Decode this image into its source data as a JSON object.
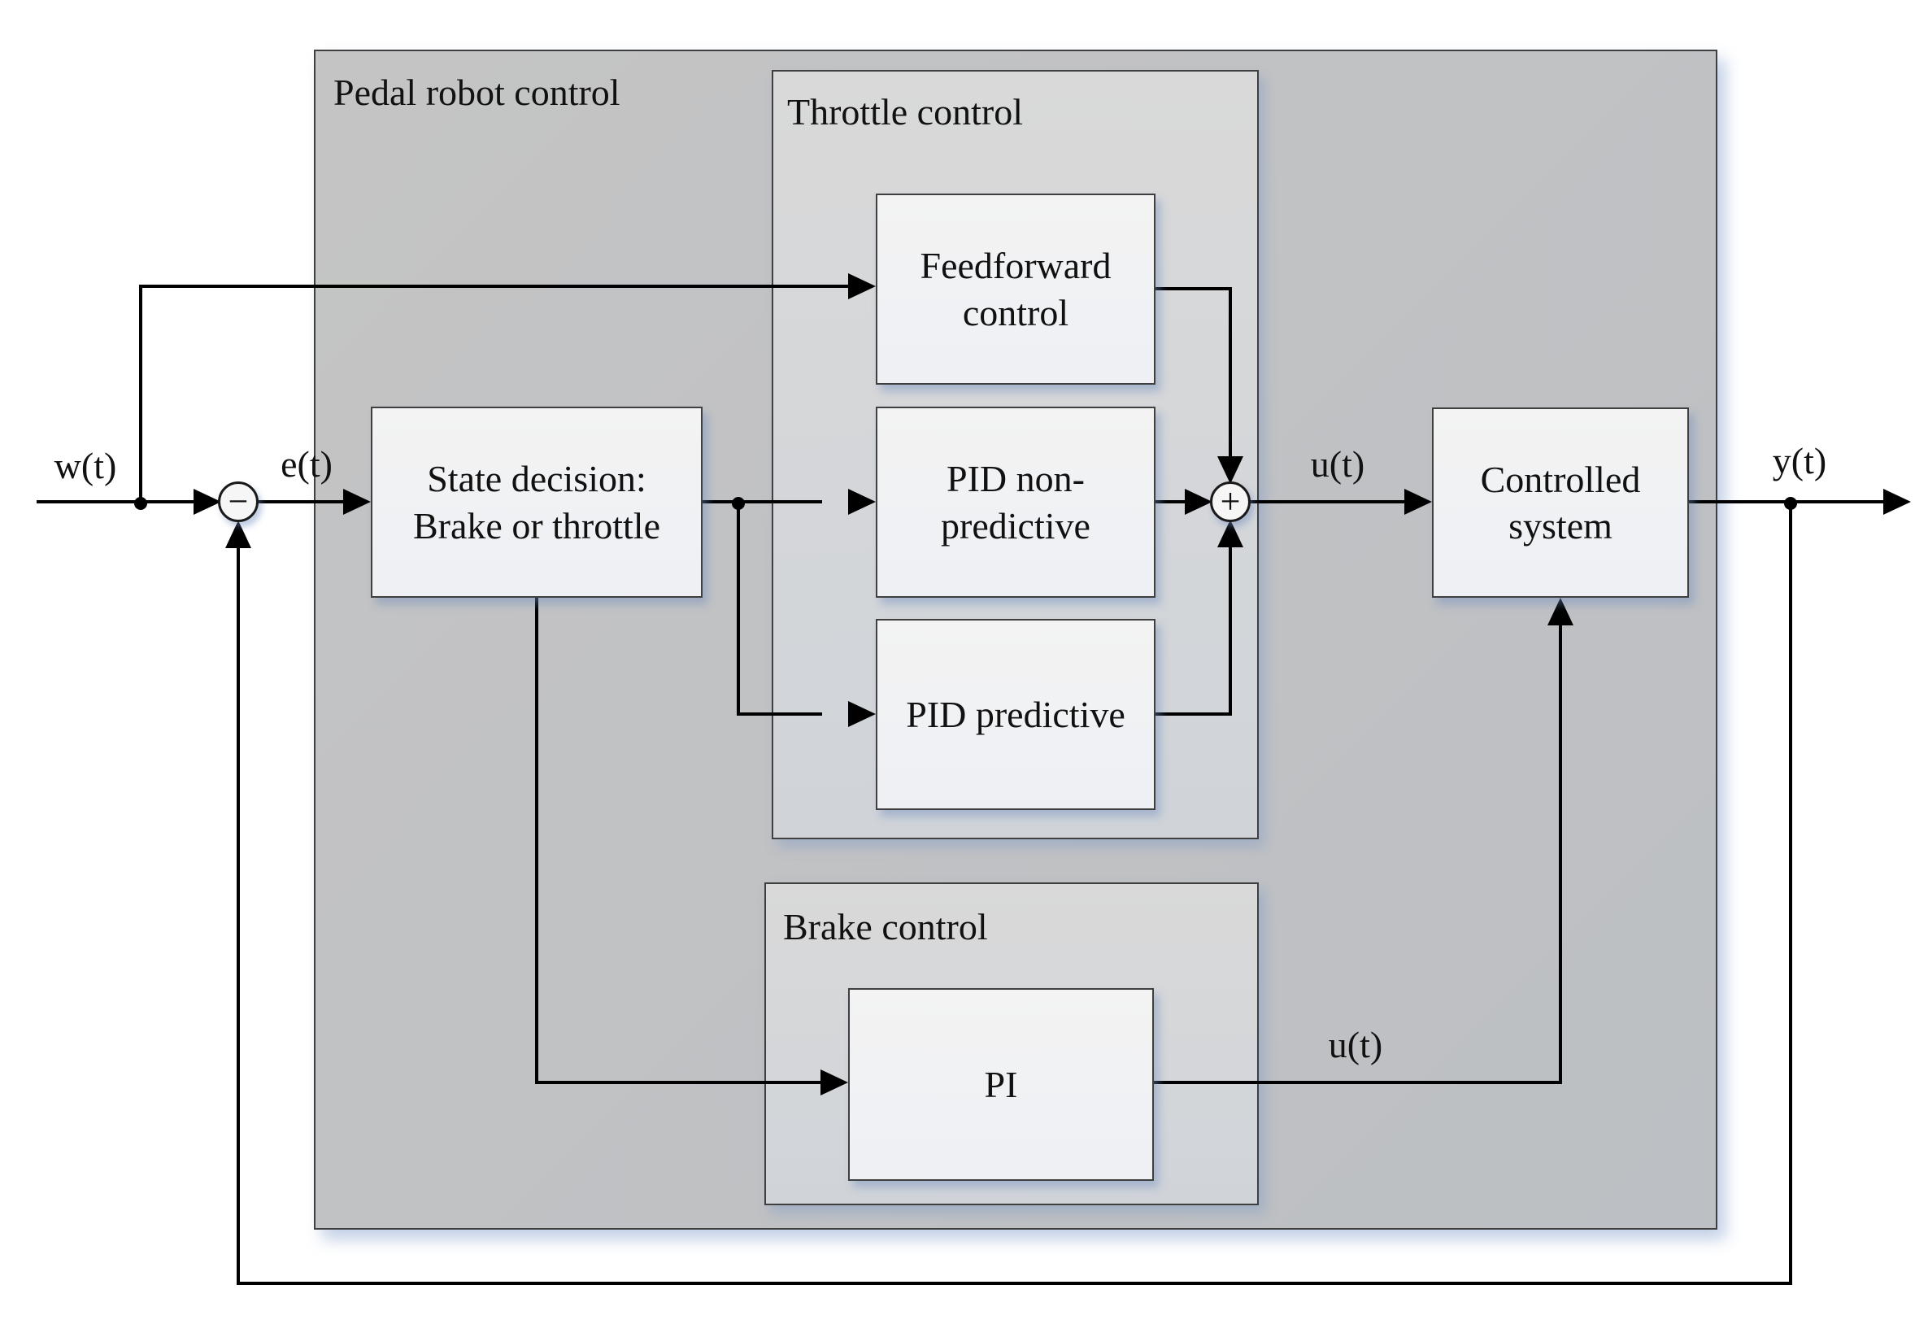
{
  "diagram": {
    "title_groups": {
      "outer": "Pedal robot control",
      "throttle": "Throttle control",
      "brake": "Brake control"
    },
    "blocks": {
      "state_decision": "State decision: Brake or throttle",
      "feedforward": "Feedforward control",
      "pid_nonpredictive": "PID non-predictive",
      "pid_predictive": "PID predictive",
      "pi": "PI",
      "controlled_system": "Controlled system"
    },
    "signals": {
      "w": "w(t)",
      "e": "e(t)",
      "u_throttle": "u(t)",
      "u_brake": "u(t)",
      "y": "y(t)"
    },
    "junctions": {
      "minus": "−",
      "plus": "+"
    },
    "colors": {
      "outer_box": "#c0c0c0",
      "inner_box": "#d6d6d6",
      "block_fill": "#f2f2f2",
      "border": "#3f3f3f",
      "line": "#000000",
      "shadow": "rgba(120,150,200,0.4)"
    }
  }
}
